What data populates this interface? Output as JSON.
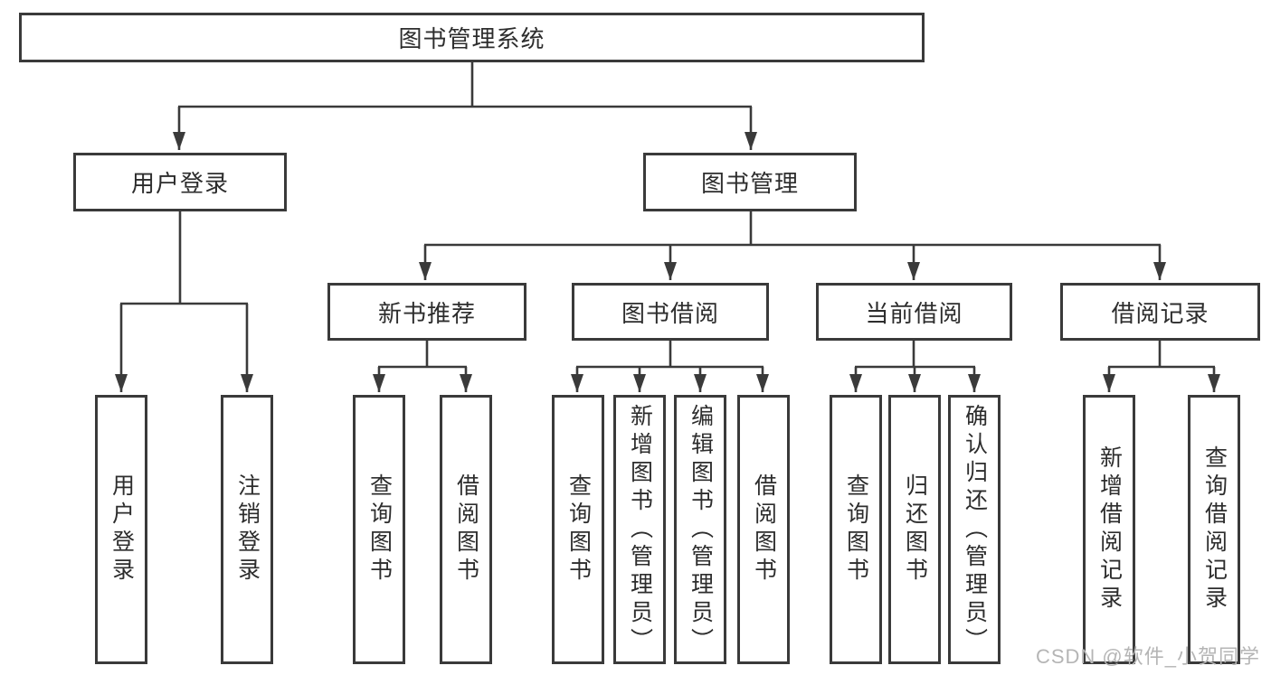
{
  "root": {
    "label": "图书管理系统"
  },
  "level2": {
    "user_login": {
      "label": "用户登录"
    },
    "book_mgmt": {
      "label": "图书管理"
    }
  },
  "level3": {
    "new_books": {
      "label": "新书推荐"
    },
    "book_borrow": {
      "label": "图书借阅"
    },
    "current_borrow": {
      "label": "当前借阅"
    },
    "borrow_records": {
      "label": "借阅记录"
    }
  },
  "leaves": {
    "user_login": [
      "用户登录",
      "注销登录"
    ],
    "new_books": [
      "查询图书",
      "借阅图书"
    ],
    "book_borrow": [
      "查询图书",
      "新增图书（管理员）",
      "编辑图书（管理员）",
      "借阅图书"
    ],
    "current_borrow": [
      "查询图书",
      "归还图书",
      "确认归还（管理员）"
    ],
    "borrow_records": [
      "新增借阅记录",
      "查询借阅记录"
    ]
  },
  "watermark": "CSDN @软件_小贺同学",
  "colors": {
    "line": "#3a3a3a",
    "text": "#2d2d2d",
    "watermark": "#b5b5b5",
    "background": "#ffffff"
  }
}
